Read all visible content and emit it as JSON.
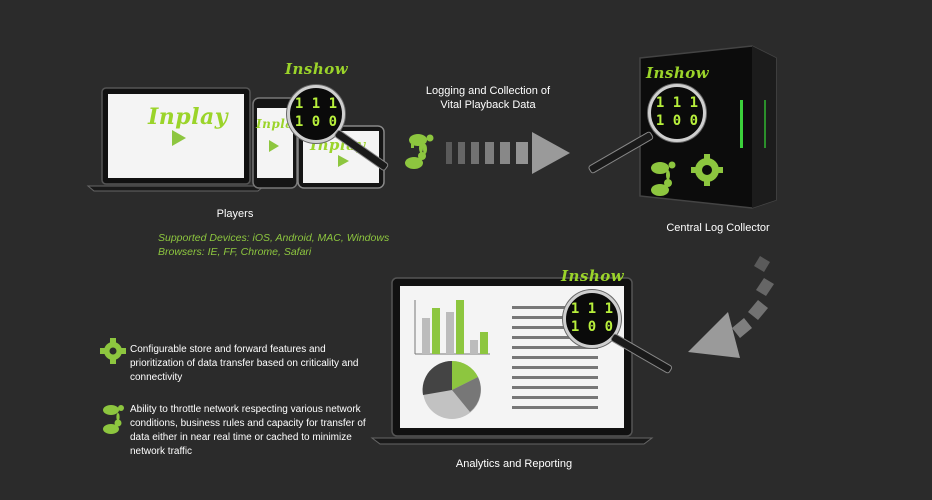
{
  "brand_text": "Inshow",
  "player_brand": "Inplay",
  "binary_line1": "1 1 1",
  "binary_line2": "1 0 0",
  "flow_label": "Logging and Collection of Vital Playback Data",
  "players": {
    "title": "Players",
    "devices": "Supported Devices:  iOS, Android, MAC, Windows",
    "browsers": "Browsers: IE, FF, Chrome, Safari"
  },
  "collector": {
    "title": "Central Log Collector"
  },
  "analytics": {
    "title": "Analytics and Reporting"
  },
  "features": [
    {
      "icon": "gear-icon",
      "text": "Configurable store and forward features and prioritization of data transfer based on criticality and connectivity"
    },
    {
      "icon": "turtle-rabbit-icon",
      "text": "Ability to throttle network respecting various network conditions, business rules and capacity for transfer of data either in near real time or cached to minimize network traffic"
    }
  ],
  "colors": {
    "background": "#2b2b2b",
    "accent": "#8dc63f",
    "brand": "#9bd42a"
  }
}
